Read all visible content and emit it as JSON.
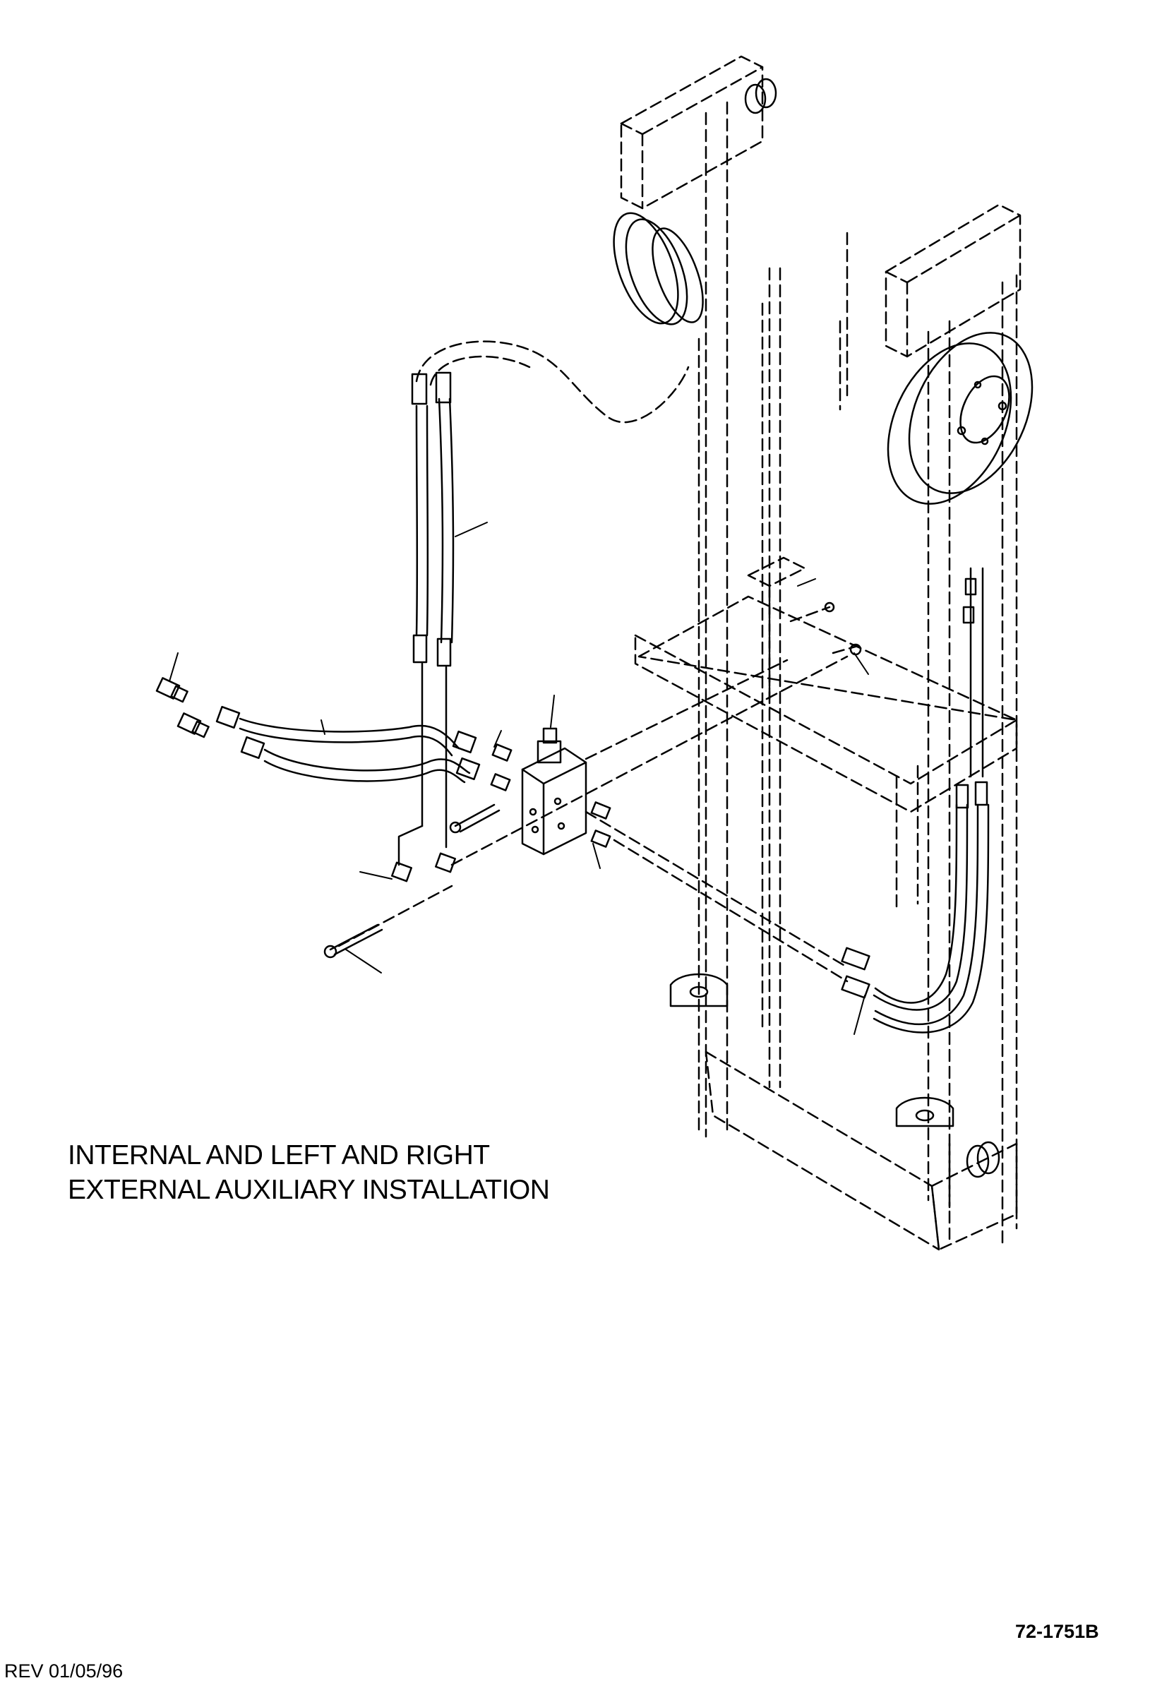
{
  "caption": {
    "line1": "INTERNAL AND LEFT AND RIGHT",
    "line2": "EXTERNAL AUXILIARY INSTALLATION"
  },
  "drawing_number": "72-1751B",
  "revision": "REV 01/05/96"
}
